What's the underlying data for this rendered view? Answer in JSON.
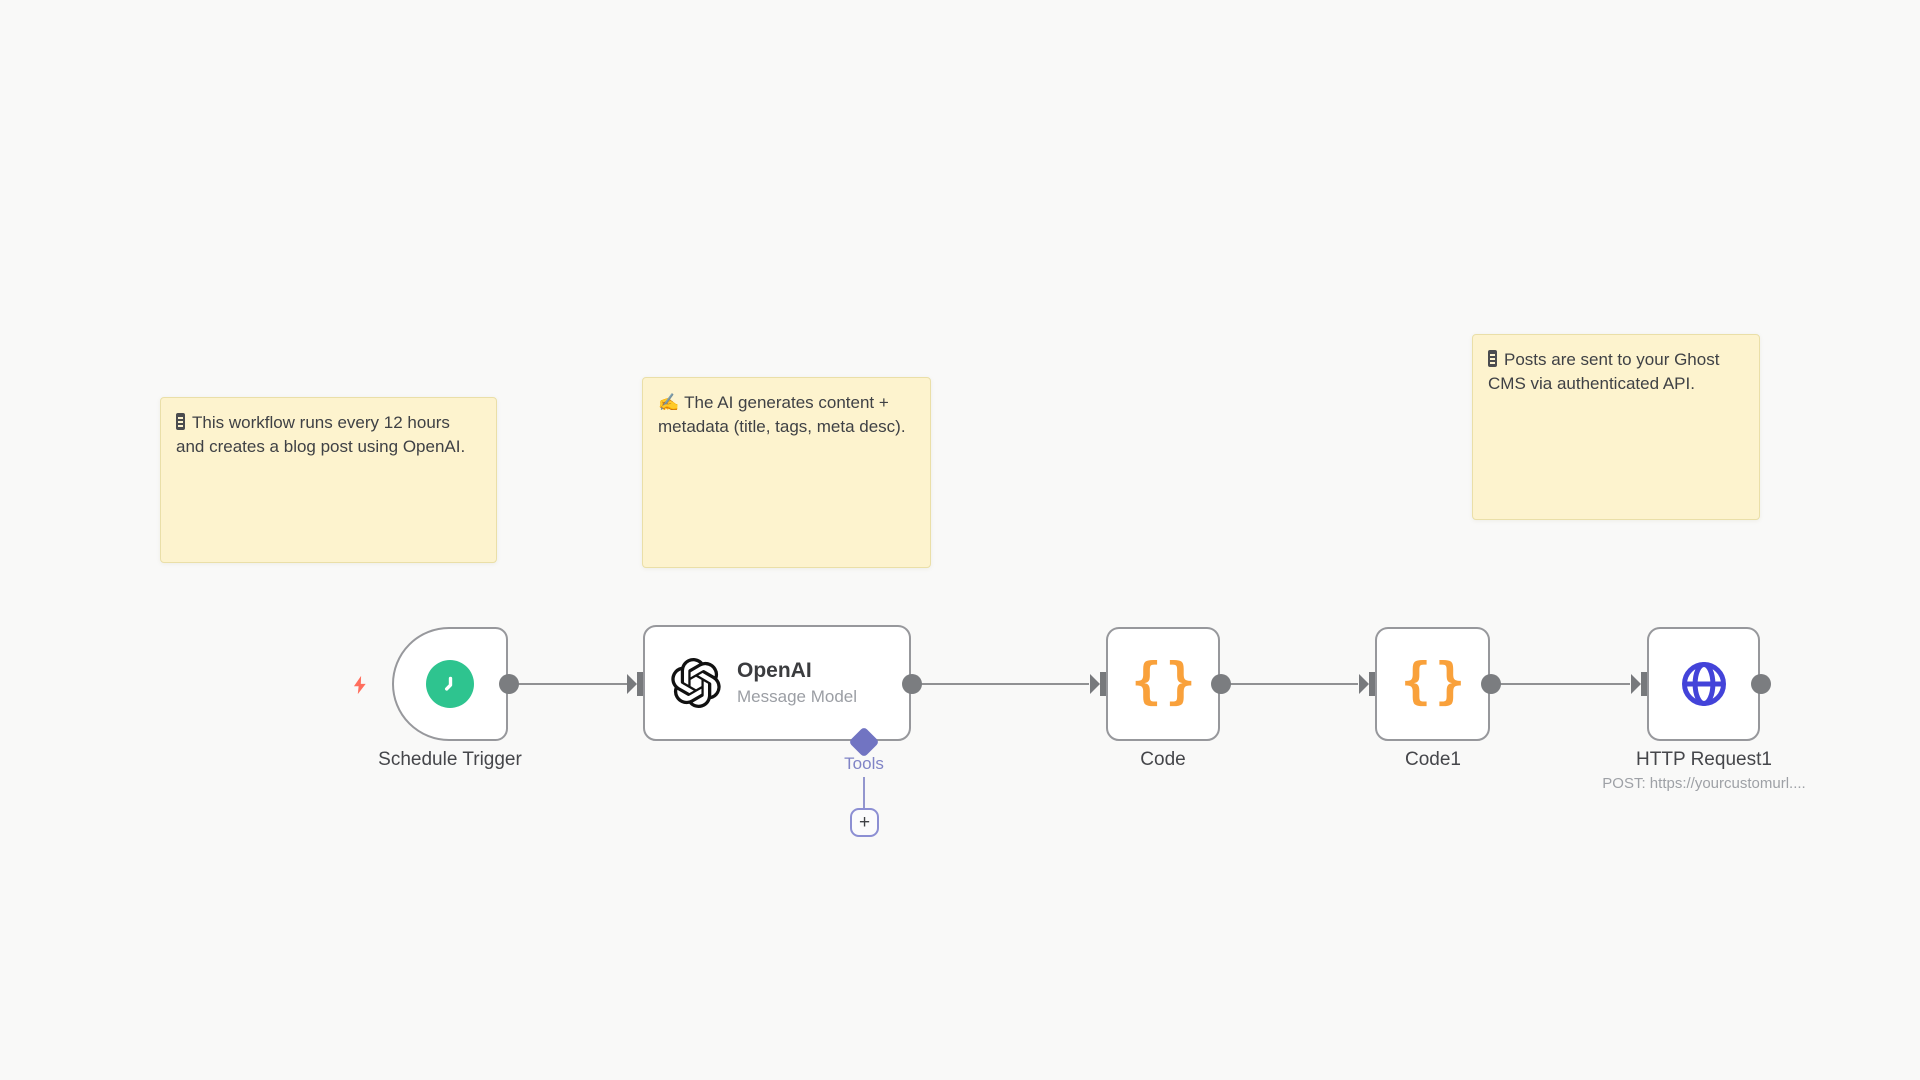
{
  "notes": [
    {
      "icon": "missing-glyph-icon",
      "text": "This workflow runs every 12 hours and creates a blog post using OpenAI."
    },
    {
      "icon": "writing-hand-icon",
      "glyph": "✍",
      "text": "The AI generates content + metadata (title, tags, meta desc)."
    },
    {
      "icon": "missing-glyph-icon",
      "text": "Posts are sent to your Ghost CMS via authenticated API."
    }
  ],
  "nodes": {
    "schedule_trigger": {
      "label": "Schedule Trigger",
      "icon": "clock-icon"
    },
    "openai": {
      "title": "OpenAI",
      "subtitle": "Message Model",
      "icon": "openai-logo"
    },
    "code": {
      "label": "Code",
      "glyph": "{}",
      "icon": "braces-icon"
    },
    "code1": {
      "label": "Code1",
      "glyph": "{}",
      "icon": "braces-icon"
    },
    "http_request": {
      "label": "HTTP Request1",
      "subtitle": "POST: https://yourcustomurl....",
      "icon": "globe-icon"
    }
  },
  "tools": {
    "label": "Tools",
    "add_button": "+"
  },
  "colors": {
    "canvas_bg": "#F9F9F8",
    "note_bg": "#FDF3CE",
    "note_border": "#EADFA8",
    "trigger_green": "#2EC48F",
    "code_orange": "#F9A13B",
    "http_blue": "#4343D9",
    "tools_purple": "#7174C2",
    "bolt_coral": "#FF6E5D",
    "wire_gray": "#909193",
    "node_border_gray": "#97989C"
  }
}
